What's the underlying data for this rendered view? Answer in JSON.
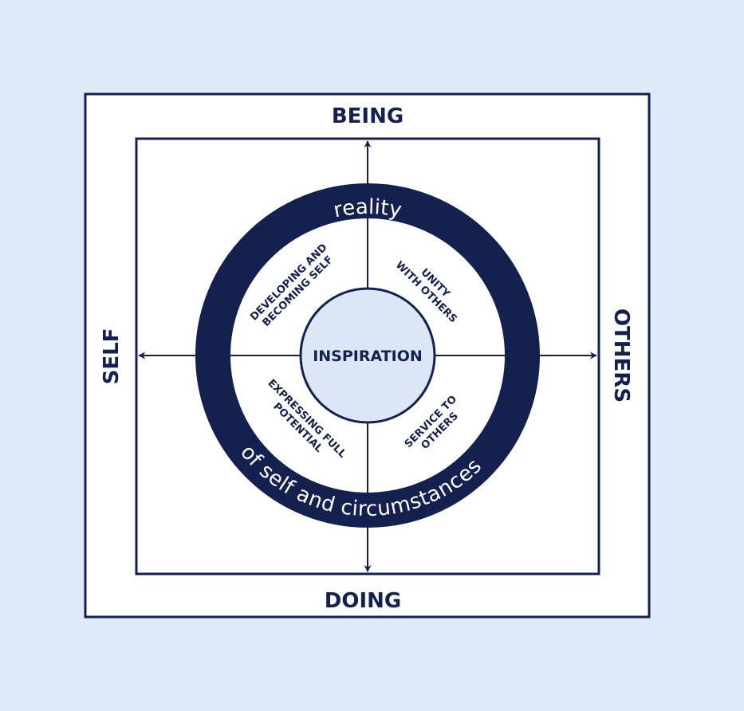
{
  "colors": {
    "background": "#dfe9f8",
    "navy": "#14214f",
    "white": "#ffffff",
    "center_fill": "#dce6f7"
  },
  "labels": {
    "top": "BEING",
    "bottom": "DOING",
    "left": "SELF",
    "right": "OTHERS"
  },
  "ring": {
    "top_text": "reality",
    "bottom_text": "of self and circumstances"
  },
  "center": {
    "text": "INSPIRATION"
  },
  "quadrants": {
    "top_left": [
      "DEVELOPING AND",
      "BECOMING SELF"
    ],
    "top_right": [
      "UNITY",
      "WITH OTHERS"
    ],
    "bottom_left": [
      "EXPRESSING FULL",
      "POTENTIAL"
    ],
    "bottom_right": [
      "SERVICE TO",
      "OTHERS"
    ]
  }
}
